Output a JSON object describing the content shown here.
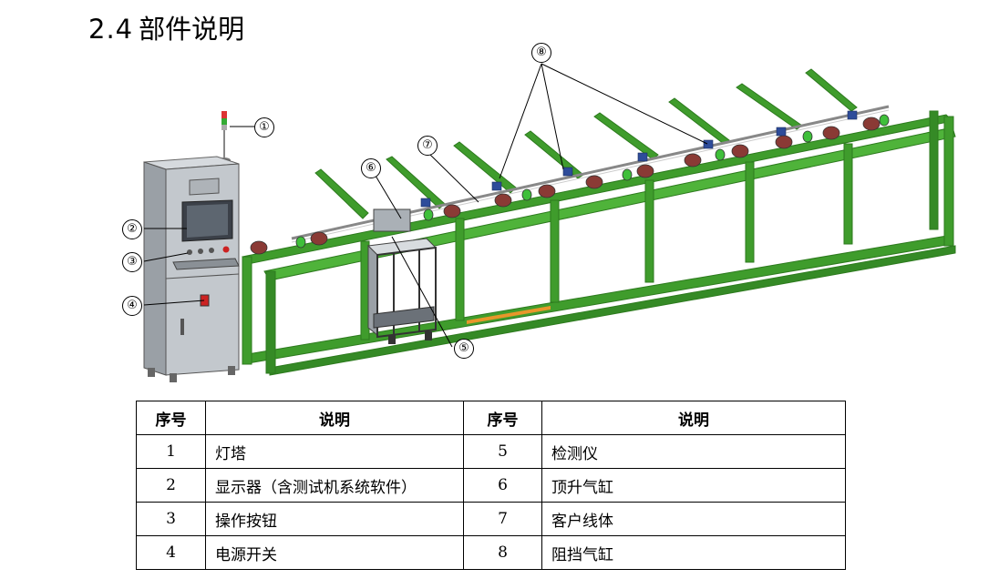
{
  "heading": {
    "number": "2.4",
    "title": "部件说明"
  },
  "callouts": [
    "①",
    "②",
    "③",
    "④",
    "⑤",
    "⑥",
    "⑦",
    "⑧"
  ],
  "table": {
    "headers": [
      "序号",
      "说明",
      "序号",
      "说明"
    ],
    "rows": [
      {
        "no_a": "1",
        "desc_a": "灯塔",
        "no_b": "5",
        "desc_b": "检测仪"
      },
      {
        "no_a": "2",
        "desc_a": "显示器（含测试机系统软件）",
        "no_b": "6",
        "desc_b": "顶升气缸"
      },
      {
        "no_a": "3",
        "desc_a": "操作按钮",
        "no_b": "7",
        "desc_b": "客户线体"
      },
      {
        "no_a": "4",
        "desc_a": "电源开关",
        "no_b": "8",
        "desc_b": "阻挡气缸"
      }
    ]
  },
  "colors": {
    "frame_green": "#3f9c2c",
    "frame_dark": "#2d7a1e",
    "cabinet_grey": "#b9bec4",
    "roller_red": "#8a3a35",
    "accent_orange": "#e8962a"
  }
}
